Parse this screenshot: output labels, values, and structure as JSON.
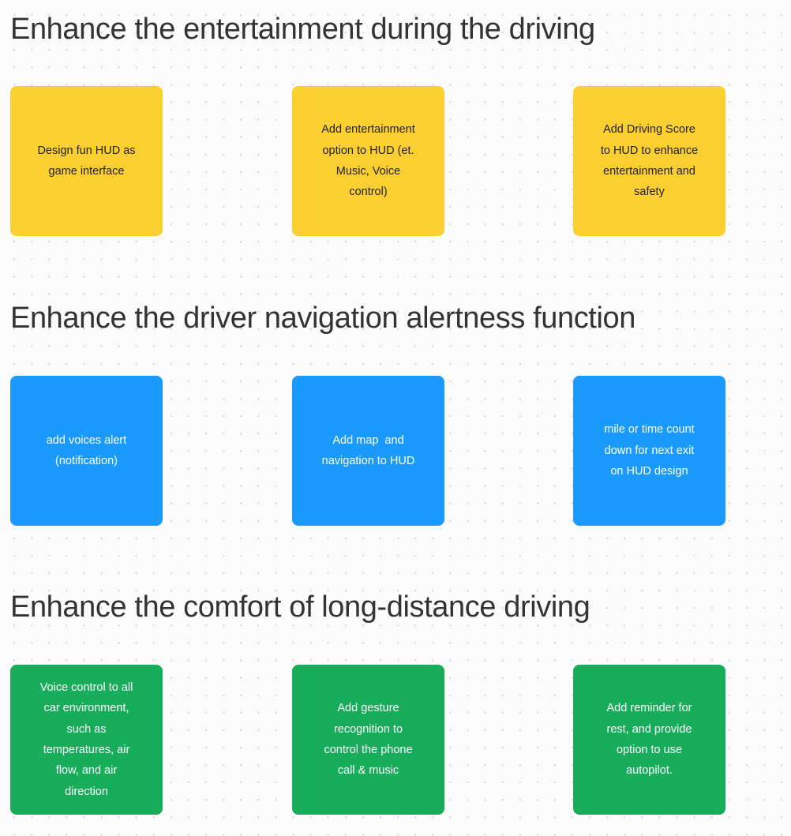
{
  "board": {
    "background_color": "#fbfbfb",
    "dot_grid_color": "#d4d4d4"
  },
  "sections": [
    {
      "id": "entertainment",
      "title": "Enhance the entertainment during the driving",
      "accent_color": "#fccf31",
      "text_color": "#222222",
      "cards": [
        {
          "text": "Design fun HUD as\ngame interface"
        },
        {
          "text": "Add entertainment\noption to HUD (et.\nMusic, Voice\ncontrol)"
        },
        {
          "text": "Add Driving Score\nto HUD to enhance\nentertainment and\nsafety"
        }
      ]
    },
    {
      "id": "navigation",
      "title": "Enhance the driver navigation alertness function",
      "accent_color": "#1a9afc",
      "text_color": "#ffffff",
      "cards": [
        {
          "text": "add voices alert\n(notification)"
        },
        {
          "text": "Add map  and\nnavigation to HUD"
        },
        {
          "text": "mile or time count\ndown for next exit\non HUD design"
        }
      ]
    },
    {
      "id": "comfort",
      "title": "Enhance the comfort of long-distance driving",
      "accent_color": "#17ad5a",
      "text_color": "#ffffff",
      "cards": [
        {
          "text": "Voice control to all\ncar environment,\nsuch as\ntemperatures, air\nflow, and air\ndirection"
        },
        {
          "text": "Add gesture\nrecognition to\ncontrol the phone\ncall & music"
        },
        {
          "text": "Add reminder for\nrest, and provide\noption to use\nautopilot."
        }
      ]
    }
  ]
}
